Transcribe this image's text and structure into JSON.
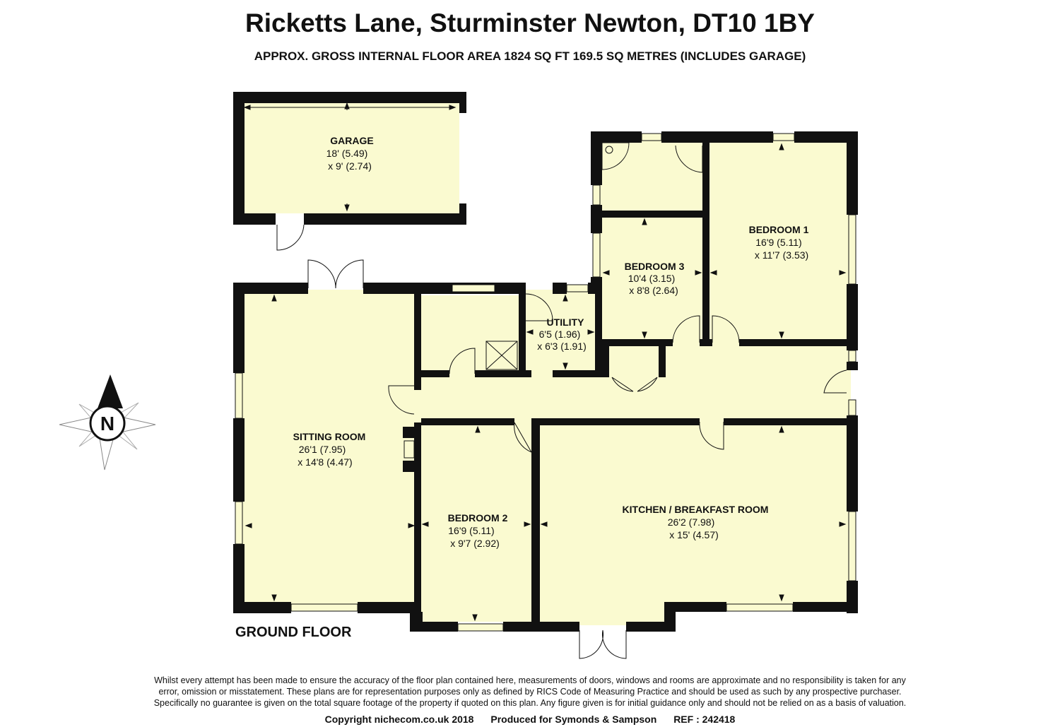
{
  "header": {
    "title": "Ricketts Lane, Sturminster Newton, DT10 1BY",
    "subtitle": "APPROX. GROSS INTERNAL FLOOR AREA 1824 SQ FT 169.5 SQ METRES (INCLUDES GARAGE)"
  },
  "compass": {
    "letter": "N"
  },
  "rooms": {
    "garage": {
      "name": "GARAGE",
      "dim1": "18' (5.49)",
      "dim2": "x 9' (2.74)"
    },
    "bedroom1": {
      "name": "BEDROOM 1",
      "dim1": "16'9 (5.11)",
      "dim2": "x 11'7 (3.53)"
    },
    "bedroom3": {
      "name": "BEDROOM 3",
      "dim1": "10'4 (3.15)",
      "dim2": "x 8'8 (2.64)"
    },
    "utility": {
      "name": "UTILITY",
      "dim1": "6'5 (1.96)",
      "dim2": "x 6'3 (1.91)"
    },
    "sitting": {
      "name": "SITTING ROOM",
      "dim1": "26'1 (7.95)",
      "dim2": "x 14'8 (4.47)"
    },
    "bedroom2": {
      "name": "BEDROOM 2",
      "dim1": "16'9 (5.11)",
      "dim2": "x 9'7 (2.92)"
    },
    "kitchen": {
      "name": "KITCHEN / BREAKFAST ROOM",
      "dim1": "26'2 (7.98)",
      "dim2": "x 15' (4.57)"
    }
  },
  "floor_label": "GROUND FLOOR",
  "disclaimer": {
    "line1": "Whilst every attempt has been made to ensure the accuracy of the floor plan contained here, measurements of doors, windows and rooms are approximate and no responsibility is taken for any",
    "line2": "error, omission or misstatement. These plans are for representation purposes only as defined by RICS Code of Measuring Practice and should be used as such by any prospective purchaser.",
    "line3": "Specifically no guarantee is given on the total square footage of the property if quoted on this plan. Any figure given is for initial guidance only and should not be relied on as a basis of valuation."
  },
  "footer": {
    "copyright": "Copyright nichecom.co.uk 2018",
    "produced": "Produced for Symonds & Sampson",
    "ref": "REF : 242418"
  },
  "colors": {
    "wall": "#111111",
    "floor": "#fafad0",
    "window": "#fafad0"
  }
}
